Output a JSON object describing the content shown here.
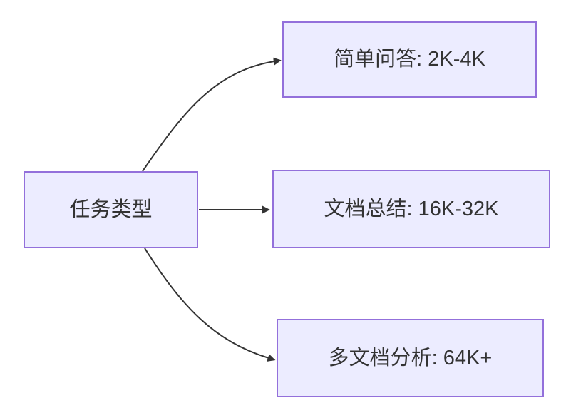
{
  "diagram": {
    "type": "flowchart",
    "direction": "left-to-right",
    "colors": {
      "background": "#ffffff",
      "node_fill": "#ECECFF",
      "node_border": "#9370DB",
      "edge": "#333333",
      "text": "#333333"
    },
    "nodes": [
      {
        "id": "task-type",
        "label": "任务类型"
      },
      {
        "id": "simple-qa",
        "label": "简单问答: 2K-4K"
      },
      {
        "id": "doc-summary",
        "label": "文档总结: 16K-32K"
      },
      {
        "id": "multi-doc",
        "label": "多文档分析: 64K+"
      }
    ],
    "edges": [
      {
        "from": "task-type",
        "to": "simple-qa"
      },
      {
        "from": "task-type",
        "to": "doc-summary"
      },
      {
        "from": "task-type",
        "to": "multi-doc"
      }
    ]
  }
}
